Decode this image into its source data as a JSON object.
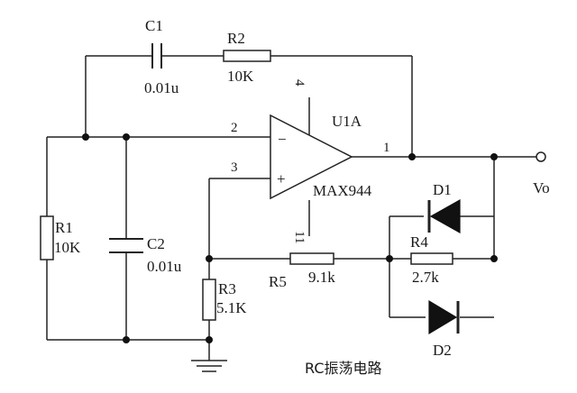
{
  "title": "RC振荡电路",
  "output_label": "Vo",
  "opamp": {
    "name": "U1A",
    "part": "MAX944",
    "pin_inverting": "2",
    "pin_noninverting": "3",
    "pin_output": "1",
    "pin_vplus": "4",
    "pin_vminus": "11",
    "sign_minus": "−",
    "sign_plus": "+"
  },
  "components": {
    "C1": {
      "name": "C1",
      "value": "0.01u"
    },
    "R2": {
      "name": "R2",
      "value": "10K"
    },
    "R1": {
      "name": "R1",
      "value": "10K"
    },
    "C2": {
      "name": "C2",
      "value": "0.01u"
    },
    "R3": {
      "name": "R3",
      "value": "5.1K"
    },
    "R5": {
      "name": "R5",
      "value": "9.1k"
    },
    "R4": {
      "name": "R4",
      "value": "2.7k"
    },
    "D1": {
      "name": "D1"
    },
    "D2": {
      "name": "D2"
    }
  }
}
